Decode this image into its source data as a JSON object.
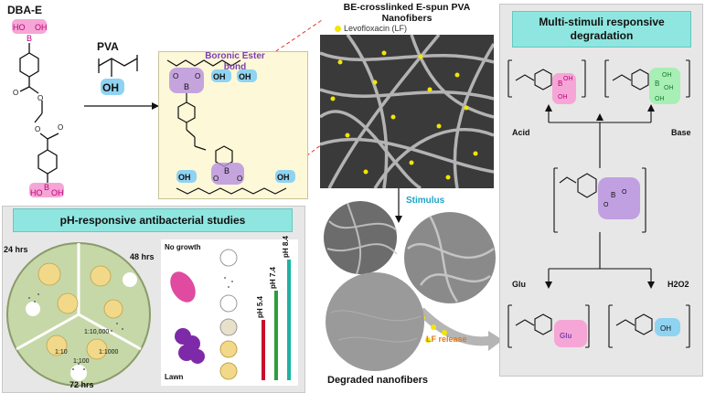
{
  "left": {
    "dba_title": "DBA-E",
    "pva_title": "PVA",
    "boronic_label": "Boronic Ester bond"
  },
  "center": {
    "title": "BE-crosslinked E-spun PVA Nanofibers",
    "legend_lf": "Levofloxacin (LF)",
    "stimulus": "Stimulus",
    "lf_release": "LF release",
    "degraded": "Degraded nanofibers"
  },
  "right": {
    "title": "Multi-stimuli responsive degradation",
    "acid": "Acid",
    "base": "Base",
    "glu": "Glu",
    "h2o2": "H2O2",
    "glu_tag": "Glu"
  },
  "antibacterial": {
    "title": "pH-responsive antibacterial studies",
    "t24": "24 hrs",
    "t48": "48 hrs",
    "t72": "72 hrs",
    "d1": "1:10",
    "d2": "1:100",
    "d3": "1:1000",
    "d4": "1:10,000",
    "no_growth": "No growth",
    "lawn": "Lawn",
    "ph54": "pH 5.4",
    "ph74": "pH 7.4",
    "ph84": "pH 8.4"
  },
  "colors": {
    "accent_pink": "#f5a6d6",
    "accent_purple": "#b68fe0",
    "accent_blue": "#8fd3f2",
    "accent_teal": "#8fe6e0",
    "lf_yellow": "#f2e600",
    "bar_red": "#c8102e",
    "bar_green": "#2e9e3a",
    "bar_teal": "#1bb3a4"
  }
}
